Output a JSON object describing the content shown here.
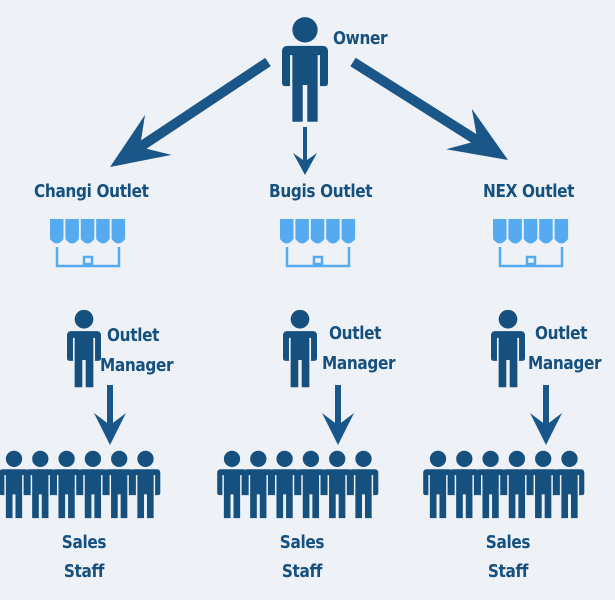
{
  "colors": {
    "background": "#eef2f6",
    "person": "#15507f",
    "arrow": "#1a5688",
    "store": "#55aaf0",
    "label": "#15507f"
  },
  "owner": {
    "label": "Owner",
    "icon": "person-icon"
  },
  "outlets": [
    {
      "name": "Changi Outlet",
      "manager_line1": "Outlet",
      "manager_line2": "Manager",
      "staff_line1": "Sales",
      "staff_line2": "Staff",
      "staff_count": 6
    },
    {
      "name": "Bugis Outlet",
      "manager_line1": "Outlet",
      "manager_line2": "Manager",
      "staff_line1": "Sales",
      "staff_line2": "Staff",
      "staff_count": 6
    },
    {
      "name": "NEX Outlet",
      "manager_line1": "Outlet",
      "manager_line2": "Manager",
      "staff_line1": "Sales",
      "staff_line2": "Staff",
      "staff_count": 6
    }
  ]
}
